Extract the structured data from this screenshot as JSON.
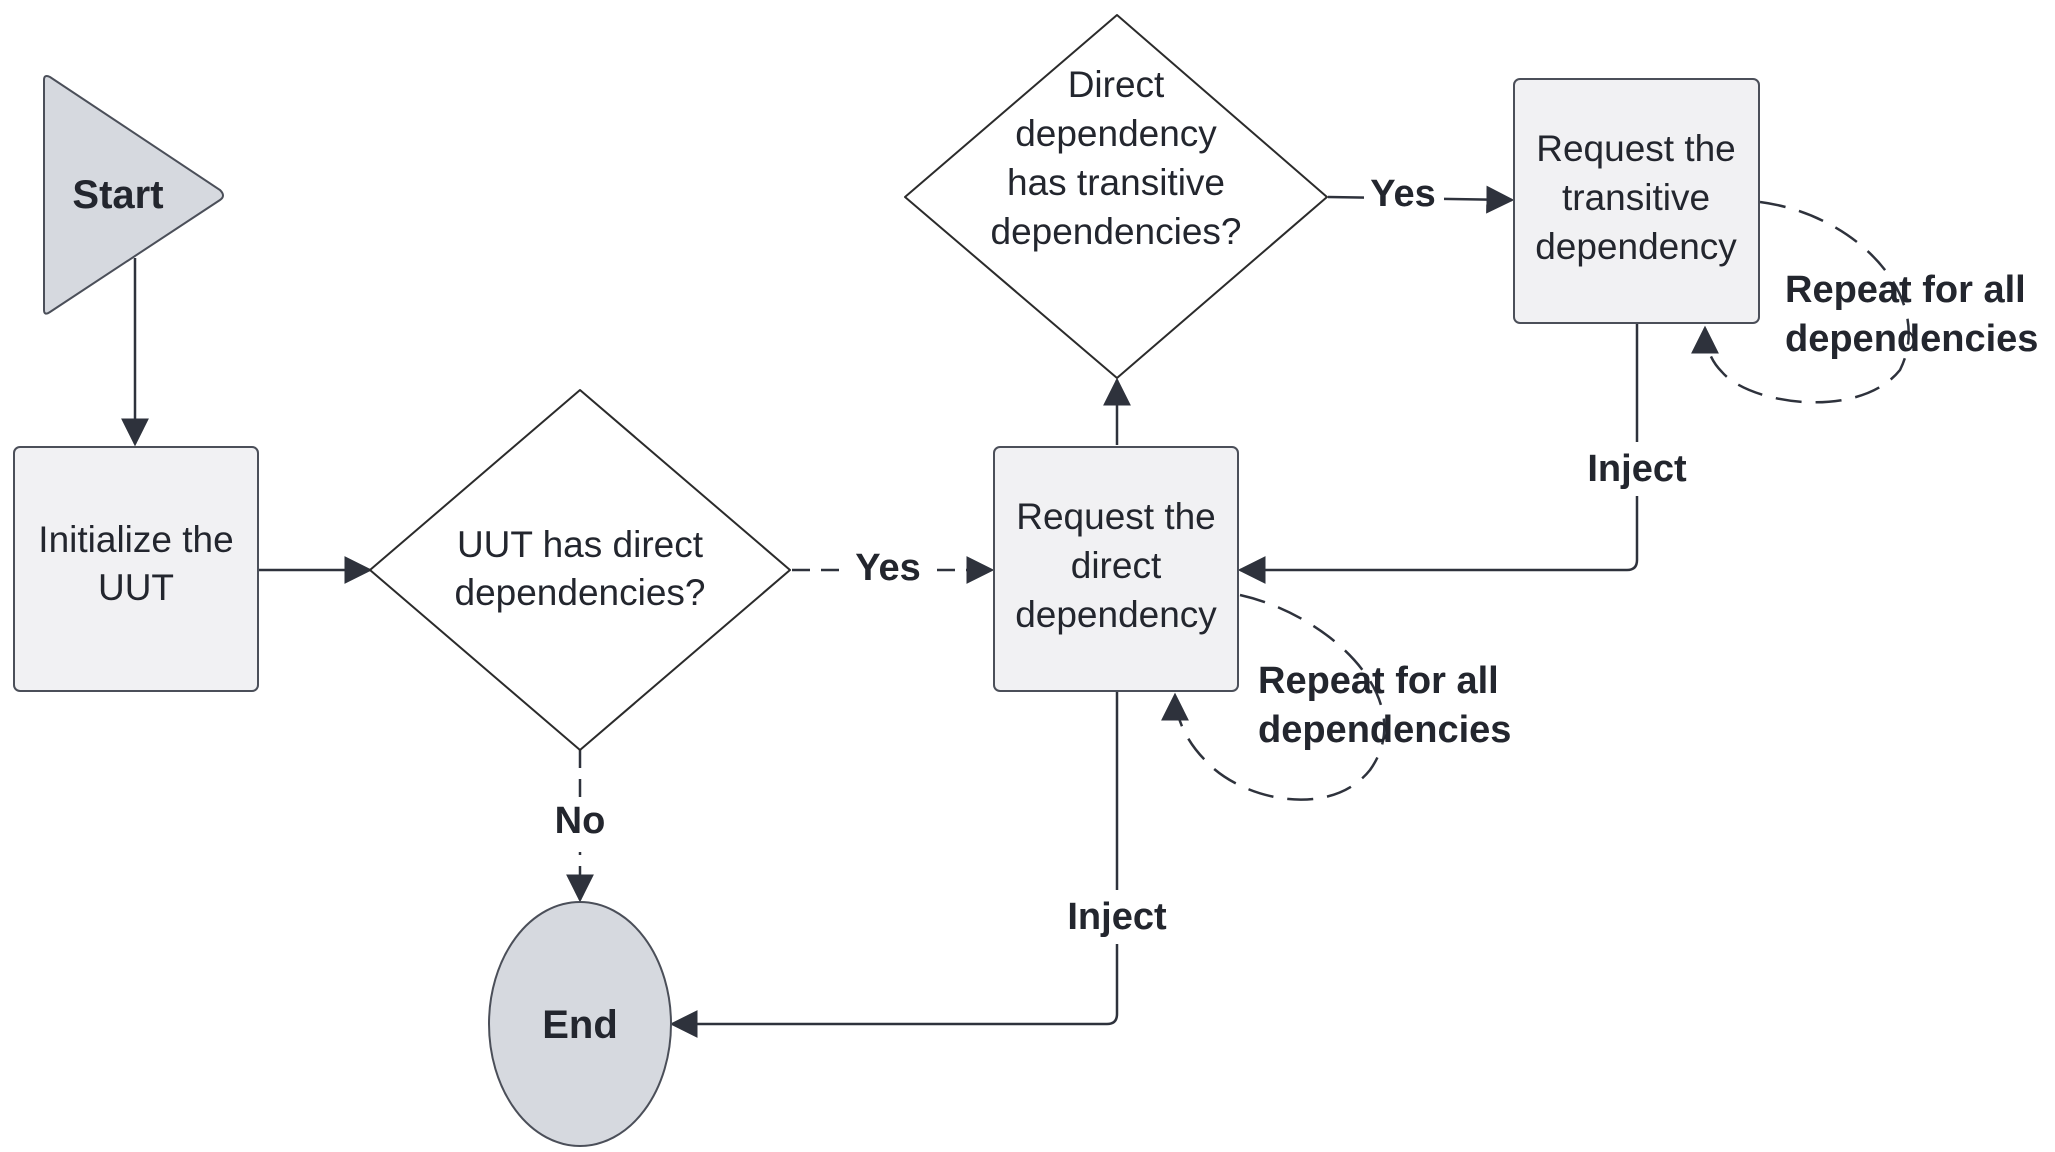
{
  "nodes": {
    "start": "Start",
    "init": [
      "Initialize the",
      "UUT"
    ],
    "has_direct": [
      "UUT has direct",
      "dependencies?"
    ],
    "request_direct": [
      "Request the",
      "direct",
      "dependency"
    ],
    "has_transitive": [
      "Direct",
      "dependency",
      "has transitive",
      "dependencies?"
    ],
    "request_transitive": [
      "Request the",
      "transitive",
      "dependency"
    ],
    "end": "End"
  },
  "edge_labels": {
    "yes_direct": "Yes",
    "yes_transitive": "Yes",
    "no": "No",
    "inject_transitive": "Inject",
    "inject_direct": "Inject"
  },
  "loop_labels": {
    "direct": [
      "Repeat for all",
      "dependencies"
    ],
    "transitive": [
      "Repeat for all",
      "dependencies"
    ]
  },
  "colors": {
    "box_fill": "#f1f1f3",
    "terminal_fill": "#d6d9df",
    "stroke": "#2e323c",
    "text": "#23262e"
  }
}
